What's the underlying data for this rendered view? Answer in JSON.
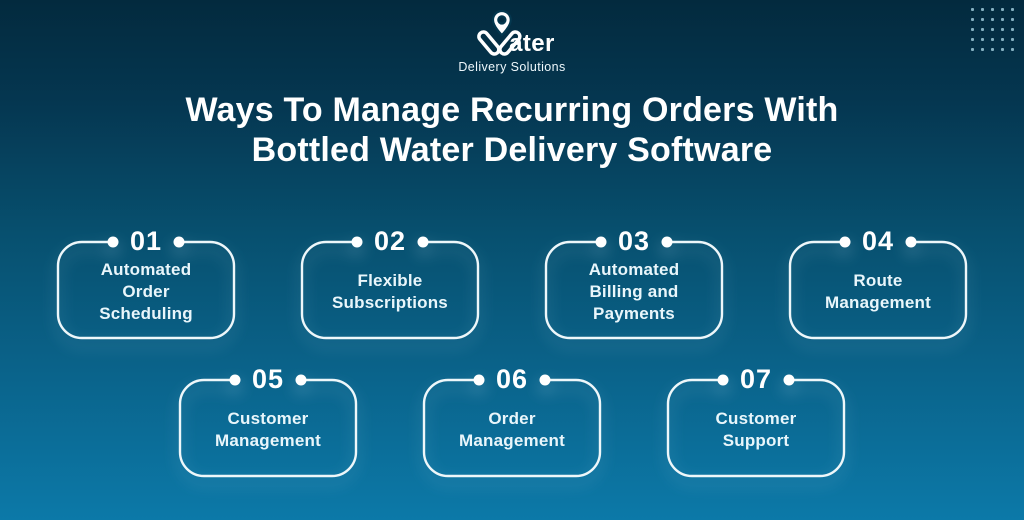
{
  "logo": {
    "wordmark_suffix": "ater",
    "tagline": "Delivery Solutions"
  },
  "title": {
    "line1": "Ways To Manage Recurring Orders With",
    "line2": "Bottled Water Delivery Software"
  },
  "cards": [
    {
      "number": "01",
      "label": "Automated\nOrder\nScheduling"
    },
    {
      "number": "02",
      "label": "Flexible\nSubscriptions"
    },
    {
      "number": "03",
      "label": "Automated\nBilling and\nPayments"
    },
    {
      "number": "04",
      "label": "Route\nManagement"
    },
    {
      "number": "05",
      "label": "Customer\nManagement"
    },
    {
      "number": "06",
      "label": "Order\nManagement"
    },
    {
      "number": "07",
      "label": "Customer\nSupport"
    }
  ],
  "decor": {
    "dots_pattern": {
      "rows": 5,
      "cols": 5,
      "color": "#9cc8d8"
    }
  },
  "colors": {
    "background_top": "#032a3e",
    "background_bottom": "#0c79a8",
    "card_border": "#eef7fa",
    "card_dot": "#ffffff",
    "text": "#ffffff"
  }
}
